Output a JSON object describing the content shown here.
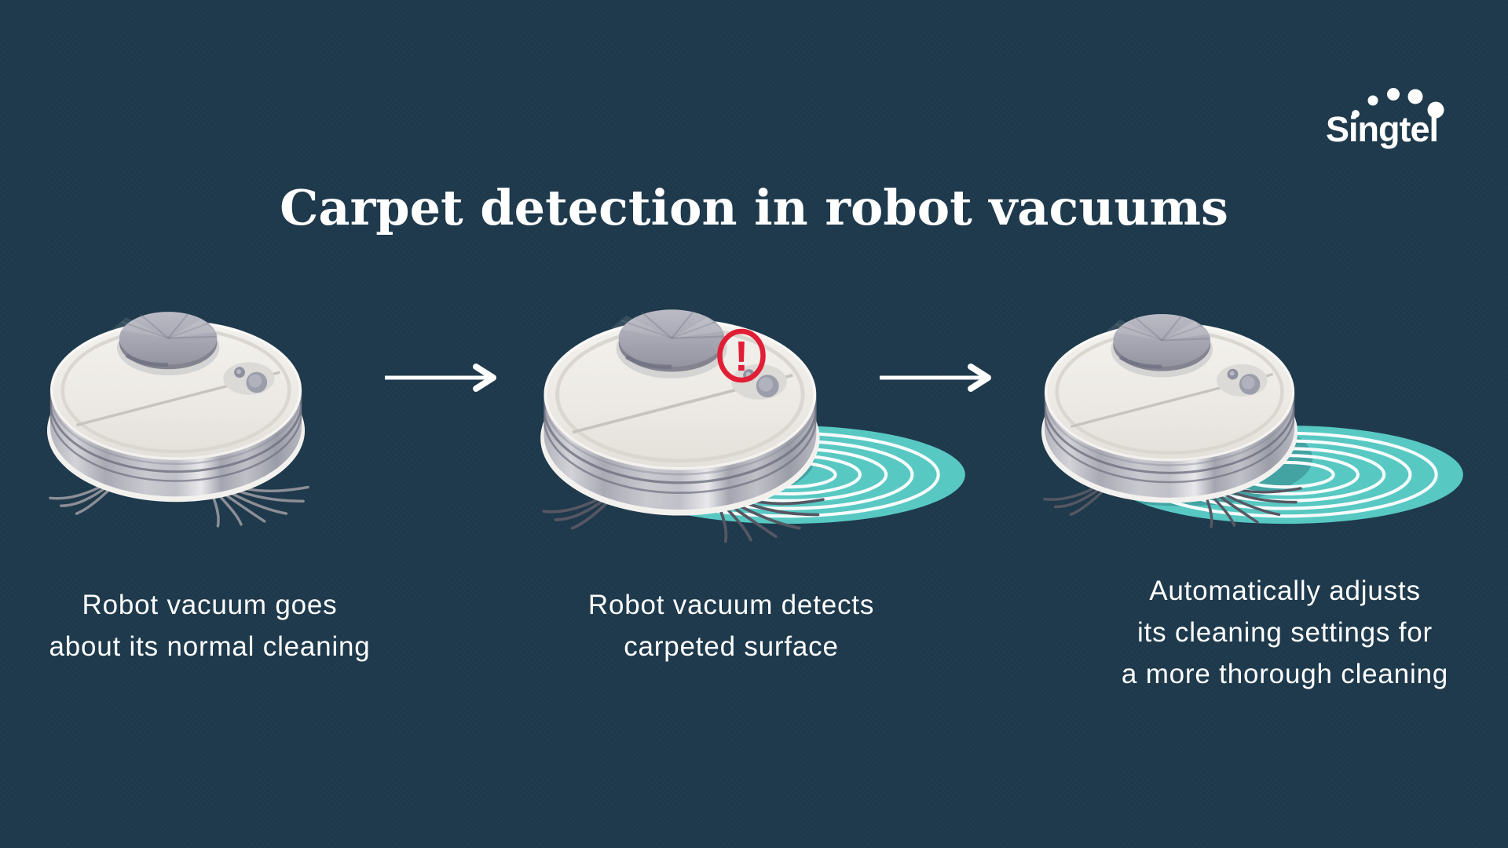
{
  "header": {
    "title": "Carpet detection in robot vacuums"
  },
  "brand": {
    "name": "Singtel"
  },
  "icons": {
    "warning_glyph": "!",
    "arrow_right": "right-arrow",
    "logo_dots": "singtel-arc-dots"
  },
  "colors": {
    "background": "#1d394b",
    "text": "#ffffff",
    "carpet_teal": "#58c8c3",
    "warning_red": "#e11e35",
    "vacuum_body": "#ece9e4"
  },
  "steps": [
    {
      "caption_lines": [
        "Robot vacuum goes",
        "about its normal cleaning"
      ]
    },
    {
      "caption_lines": [
        "Robot vacuum detects",
        "carpeted surface"
      ]
    },
    {
      "caption_lines": [
        "Automatically adjusts",
        "its cleaning settings for",
        "a more thorough cleaning"
      ]
    }
  ]
}
